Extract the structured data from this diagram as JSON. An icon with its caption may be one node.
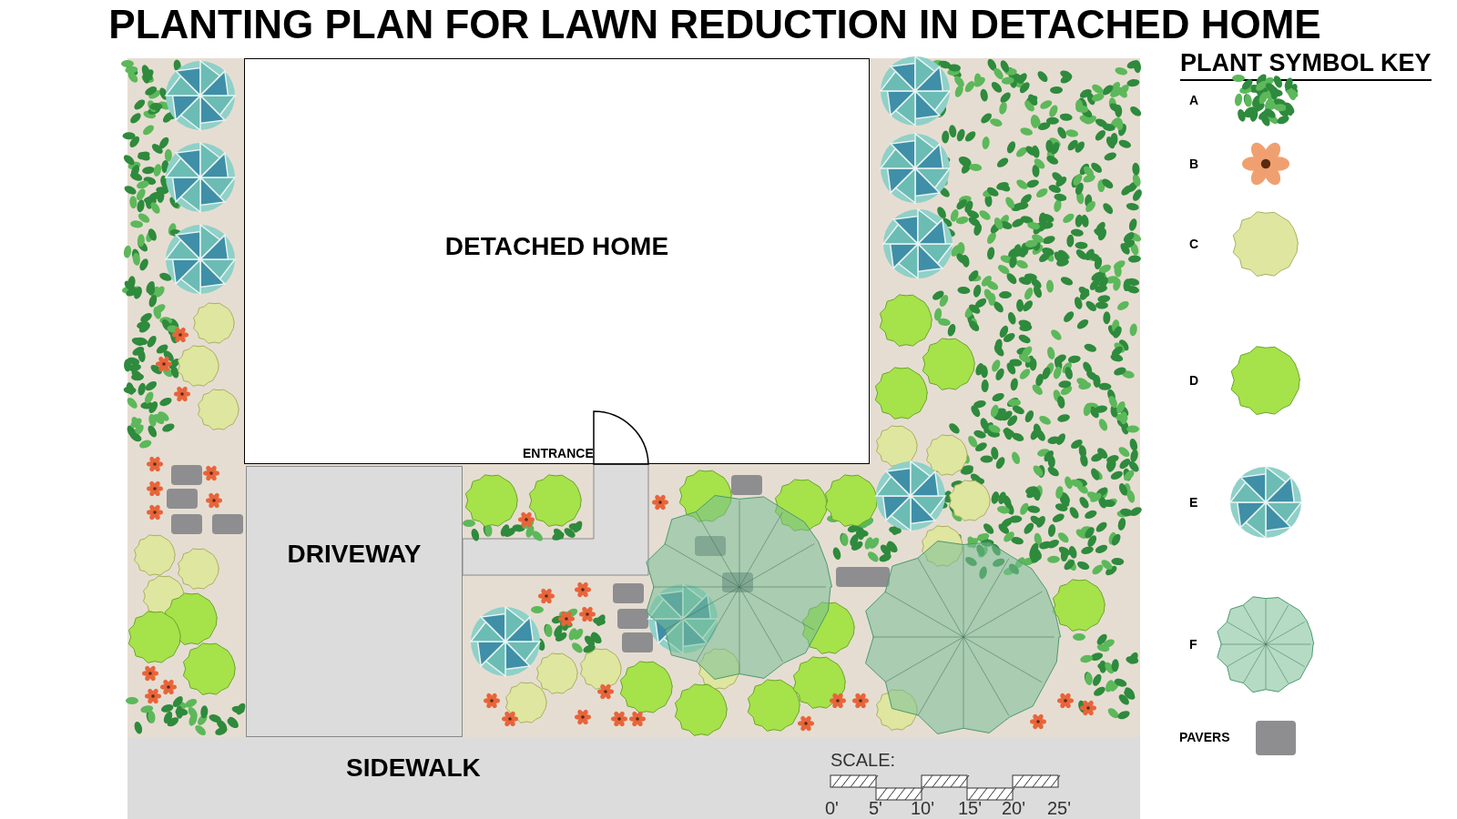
{
  "diagram": {
    "title": "PLANTING PLAN FOR LAWN REDUCTION IN DETACHED HOME",
    "nodes": [
      {
        "text": [
          "DETACHED HOME"
        ]
      },
      {
        "text": [
          "DRIVEWAY"
        ]
      },
      {
        "text": [
          "SIDEWALK"
        ]
      }
    ],
    "labels": [
      "PLANT SYMBOL KEY",
      "ENTRANCE",
      "SCALE:",
      "0'",
      "5'",
      "10'",
      "15'",
      "20'",
      "25'"
    ],
    "legend": [
      {
        "text": "A"
      },
      {
        "text": "B"
      },
      {
        "text": "C"
      },
      {
        "text": "D"
      },
      {
        "text": "E"
      },
      {
        "text": "F"
      },
      {
        "text": "PAVERS",
        "color": "#8e8e90"
      }
    ]
  }
}
